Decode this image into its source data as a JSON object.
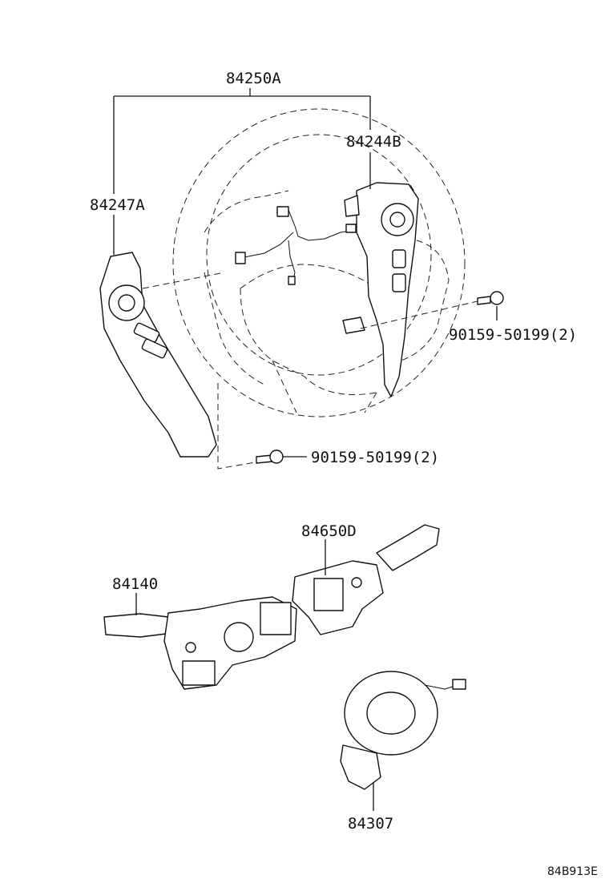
{
  "diagram": {
    "labels": {
      "steering_wheel": "84250A",
      "right_switch": "84244B",
      "left_switch": "84247A",
      "screw_right": "90159-50199(2)",
      "screw_bottom": "90159-50199(2)",
      "wiper_switch": "84650D",
      "turn_switch": "84140",
      "spiral_cable": "84307"
    },
    "figure_code": "84B913E"
  }
}
